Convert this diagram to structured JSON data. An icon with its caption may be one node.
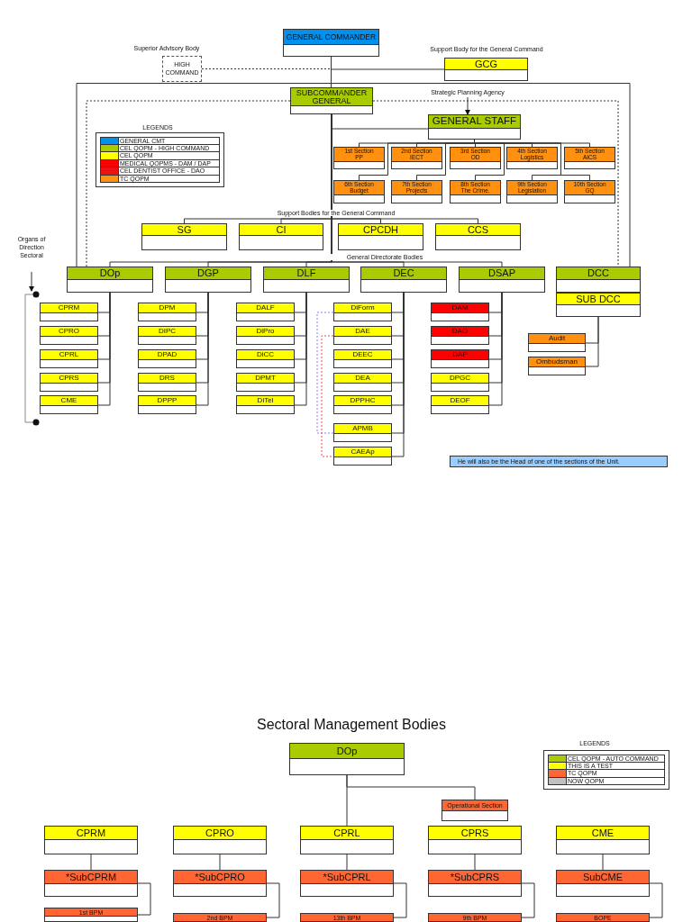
{
  "diagram": {
    "title": "Sectoral Management Bodies",
    "nodes": [
      {
        "text": [
          "GENERAL COMMANDER"
        ]
      },
      {
        "text": [
          "HIGH COMMAND"
        ],
        "beside": [
          "Superior Advisory Body"
        ]
      },
      {
        "text": [
          "GCG"
        ],
        "beside": [
          "Support Body for the General Command"
        ]
      },
      {
        "text": [
          "SUBCOMMANDER GENERAL"
        ]
      },
      {
        "text": [
          "GENERAL STAFF"
        ]
      },
      {
        "text": [
          "Strategic Planning Agency"
        ]
      },
      {
        "text": [
          "1st Section",
          "PP"
        ]
      },
      {
        "text": [
          "2nd Section",
          "IECT"
        ]
      },
      {
        "text": [
          "3rd Section",
          "OD"
        ]
      },
      {
        "text": [
          "4th Section",
          "Logistics"
        ]
      },
      {
        "text": [
          "5th Section",
          "AICS"
        ]
      },
      {
        "text": [
          "6th Section",
          "Budget"
        ]
      },
      {
        "text": [
          "7th Section",
          "Projects"
        ]
      },
      {
        "text": [
          "8th Section",
          "The Crime."
        ]
      },
      {
        "text": [
          "9th Section",
          "Legislation"
        ]
      },
      {
        "text": [
          "10th Section",
          "GQ"
        ]
      },
      {
        "text": [
          "SG"
        ]
      },
      {
        "text": [
          "CI"
        ]
      },
      {
        "text": [
          "CPCDH"
        ]
      },
      {
        "text": [
          "CCS"
        ]
      },
      {
        "text": [
          "DOp"
        ]
      },
      {
        "text": [
          "DGP"
        ]
      },
      {
        "text": [
          "DLF"
        ]
      },
      {
        "text": [
          "DEC"
        ]
      },
      {
        "text": [
          "DSAP"
        ]
      },
      {
        "text": [
          "DCC"
        ]
      },
      {
        "text": [
          "SUB DCC"
        ]
      },
      {
        "text": [
          "CPRM"
        ]
      },
      {
        "text": [
          "CPRO"
        ]
      },
      {
        "text": [
          "CPRL"
        ]
      },
      {
        "text": [
          "CPRS"
        ]
      },
      {
        "text": [
          "CME"
        ]
      },
      {
        "text": [
          "DPM"
        ]
      },
      {
        "text": [
          "DIPC"
        ]
      },
      {
        "text": [
          "DPAD"
        ]
      },
      {
        "text": [
          "DRS"
        ]
      },
      {
        "text": [
          "DPPP"
        ]
      },
      {
        "text": [
          "DALF"
        ]
      },
      {
        "text": [
          "DiPro"
        ]
      },
      {
        "text": [
          "DiCC"
        ]
      },
      {
        "text": [
          "DPMT"
        ]
      },
      {
        "text": [
          "DiTel"
        ]
      },
      {
        "text": [
          "DiForm"
        ]
      },
      {
        "text": [
          "DAE"
        ]
      },
      {
        "text": [
          "DEEC"
        ]
      },
      {
        "text": [
          "DEA"
        ]
      },
      {
        "text": [
          "DPPHC"
        ]
      },
      {
        "text": [
          "APMB"
        ]
      },
      {
        "text": [
          "CAEAp"
        ]
      },
      {
        "text": [
          "DAM"
        ]
      },
      {
        "text": [
          "DAO"
        ]
      },
      {
        "text": [
          "DAP"
        ]
      },
      {
        "text": [
          "DPGC"
        ]
      },
      {
        "text": [
          "DEOF"
        ]
      },
      {
        "text": [
          "Audit"
        ]
      },
      {
        "text": [
          "Ombudsman"
        ]
      },
      {
        "text": [
          "He will also be the Head of one of the sections of the Unit."
        ]
      },
      {
        "text": [
          "Organs of Direction Sectoral"
        ]
      },
      {
        "text": [
          "DOp"
        ]
      },
      {
        "text": [
          "Operational Section"
        ]
      },
      {
        "text": [
          "CPRM"
        ]
      },
      {
        "text": [
          "CPRO"
        ]
      },
      {
        "text": [
          "CPRL"
        ]
      },
      {
        "text": [
          "CPRS"
        ]
      },
      {
        "text": [
          "CME"
        ]
      },
      {
        "text": [
          "*SubCPRM"
        ]
      },
      {
        "text": [
          "*SubCPRO"
        ]
      },
      {
        "text": [
          "*SubCPRL"
        ]
      },
      {
        "text": [
          "*SubCPRS"
        ]
      },
      {
        "text": [
          "SubCME"
        ]
      },
      {
        "text": [
          "1st BPM"
        ]
      },
      {
        "text": [
          "2nd BPM"
        ]
      },
      {
        "text": [
          "13th BPM"
        ]
      },
      {
        "text": [
          "9th BPM"
        ]
      },
      {
        "text": [
          "BOPE"
        ]
      },
      {
        "text": [],
        "shape": "bracket"
      }
    ],
    "edges": [
      {
        "from": 0,
        "to": 3,
        "arrow": "none"
      },
      {
        "from": 1,
        "to": 0,
        "arrow": "none",
        "style": "dashed"
      },
      {
        "from": 2,
        "to": 0,
        "arrow": "none"
      },
      {
        "from": 0,
        "to": 20,
        "arrow": "none"
      },
      {
        "from": 0,
        "to": 25,
        "arrow": "none"
      },
      {
        "from": 3,
        "to": 20,
        "arrow": "none",
        "style": "dashed"
      },
      {
        "from": 3,
        "to": 25,
        "arrow": "none",
        "style": "dashed"
      },
      {
        "from": 5,
        "to": 4,
        "arrow": "to"
      },
      {
        "from": 3,
        "to": 4,
        "arrow": "none"
      },
      {
        "from": 4,
        "to": 6,
        "arrow": "none"
      },
      {
        "from": 4,
        "to": 7,
        "arrow": "none"
      },
      {
        "from": 4,
        "to": 8,
        "arrow": "none"
      },
      {
        "from": 4,
        "to": 9,
        "arrow": "none"
      },
      {
        "from": 4,
        "to": 10,
        "arrow": "none"
      },
      {
        "from": 4,
        "to": 11,
        "arrow": "none"
      },
      {
        "from": 4,
        "to": 12,
        "arrow": "none"
      },
      {
        "from": 4,
        "to": 13,
        "arrow": "none"
      },
      {
        "from": 4,
        "to": 14,
        "arrow": "none"
      },
      {
        "from": 4,
        "to": 15,
        "arrow": "none"
      },
      {
        "from": 3,
        "to": 16,
        "arrow": "none"
      },
      {
        "from": 3,
        "to": 17,
        "arrow": "none"
      },
      {
        "from": 3,
        "to": 18,
        "arrow": "none"
      },
      {
        "from": 3,
        "to": 19,
        "arrow": "none"
      },
      {
        "from": 3,
        "to": 20,
        "arrow": "none"
      },
      {
        "from": 3,
        "to": 21,
        "arrow": "none"
      },
      {
        "from": 3,
        "to": 22,
        "arrow": "none"
      },
      {
        "from": 3,
        "to": 23,
        "arrow": "none"
      },
      {
        "from": 3,
        "to": 24,
        "arrow": "none"
      },
      {
        "from": 20,
        "to": 27,
        "arrow": "none"
      },
      {
        "from": 20,
        "to": 28,
        "arrow": "none"
      },
      {
        "from": 20,
        "to": 29,
        "arrow": "none"
      },
      {
        "from": 20,
        "to": 30,
        "arrow": "none"
      },
      {
        "from": 20,
        "to": 31,
        "arrow": "none"
      },
      {
        "from": 21,
        "to": 32,
        "arrow": "none"
      },
      {
        "from": 21,
        "to": 33,
        "arrow": "none"
      },
      {
        "from": 21,
        "to": 34,
        "arrow": "none"
      },
      {
        "from": 21,
        "to": 35,
        "arrow": "none"
      },
      {
        "from": 21,
        "to": 36,
        "arrow": "none"
      },
      {
        "from": 22,
        "to": 37,
        "arrow": "none"
      },
      {
        "from": 22,
        "to": 38,
        "arrow": "none"
      },
      {
        "from": 22,
        "to": 39,
        "arrow": "none"
      },
      {
        "from": 22,
        "to": 40,
        "arrow": "none"
      },
      {
        "from": 22,
        "to": 41,
        "arrow": "none"
      },
      {
        "from": 23,
        "to": 42,
        "arrow": "none"
      },
      {
        "from": 23,
        "to": 43,
        "arrow": "none"
      },
      {
        "from": 23,
        "to": 44,
        "arrow": "none"
      },
      {
        "from": 23,
        "to": 45,
        "arrow": "none"
      },
      {
        "from": 23,
        "to": 46,
        "arrow": "none"
      },
      {
        "from": 23,
        "to": 47,
        "arrow": "none"
      },
      {
        "from": 23,
        "to": 48,
        "arrow": "none"
      },
      {
        "from": 24,
        "to": 49,
        "arrow": "none"
      },
      {
        "from": 24,
        "to": 50,
        "arrow": "none"
      },
      {
        "from": 24,
        "to": 51,
        "arrow": "none"
      },
      {
        "from": 24,
        "to": 52,
        "arrow": "none"
      },
      {
        "from": 24,
        "to": 53,
        "arrow": "none"
      },
      {
        "from": 26,
        "to": 54,
        "arrow": "none"
      },
      {
        "from": 26,
        "to": 55,
        "arrow": "none"
      },
      {
        "from": 42,
        "to": 47,
        "arrow": "none",
        "style": "dashed",
        "color": "#8080ff"
      },
      {
        "from": 43,
        "to": 48,
        "arrow": "none",
        "style": "dashed",
        "color": "#ff4040"
      },
      {
        "from": 57,
        "to": 75,
        "arrow": "to"
      },
      {
        "from": 58,
        "to": 62,
        "arrow": "none"
      },
      {
        "from": 58,
        "to": 59,
        "arrow": "none"
      },
      {
        "from": 60,
        "to": 65,
        "arrow": "none"
      },
      {
        "from": 61,
        "to": 66,
        "arrow": "none"
      },
      {
        "from": 62,
        "to": 67,
        "arrow": "none"
      },
      {
        "from": 63,
        "to": 68,
        "arrow": "none"
      },
      {
        "from": 64,
        "to": 69,
        "arrow": "none"
      },
      {
        "from": 65,
        "to": 70,
        "arrow": "none"
      },
      {
        "from": 66,
        "to": 71,
        "arrow": "none"
      },
      {
        "from": 67,
        "to": 72,
        "arrow": "none"
      },
      {
        "from": 68,
        "to": 73,
        "arrow": "none"
      },
      {
        "from": 69,
        "to": 74,
        "arrow": "none"
      }
    ],
    "labels": [
      "LEGENDS",
      "Support Bodies for the General Command",
      "General Directorate Bodies",
      "LEGENDS"
    ],
    "legend": [
      {
        "text": "GENERAL CMT",
        "color": "#0090f0"
      },
      {
        "text": "CEL QOPM - HIGH COMMAND",
        "color": "#a8cc00"
      },
      {
        "text": "CEL QOPM",
        "color": "#ffff00"
      },
      {
        "text": "MEDICAL QOPMS - DAM / DAP",
        "color": "#ff0000"
      },
      {
        "text": "CEL DENTIST OFFICE - DAO",
        "color": "#ee1111"
      },
      {
        "text": "TC QOPM",
        "color": "#ff9010"
      },
      {
        "text": "CEL QOPM - AUTO COMMAND",
        "color": "#a8cc00"
      },
      {
        "text": "THIS IS A TEST",
        "color": "#ffff00"
      },
      {
        "text": "TC QOPM",
        "color": "#ff6633"
      },
      {
        "text": "NOW QOPM",
        "color": "#c0c0c0"
      }
    ]
  }
}
